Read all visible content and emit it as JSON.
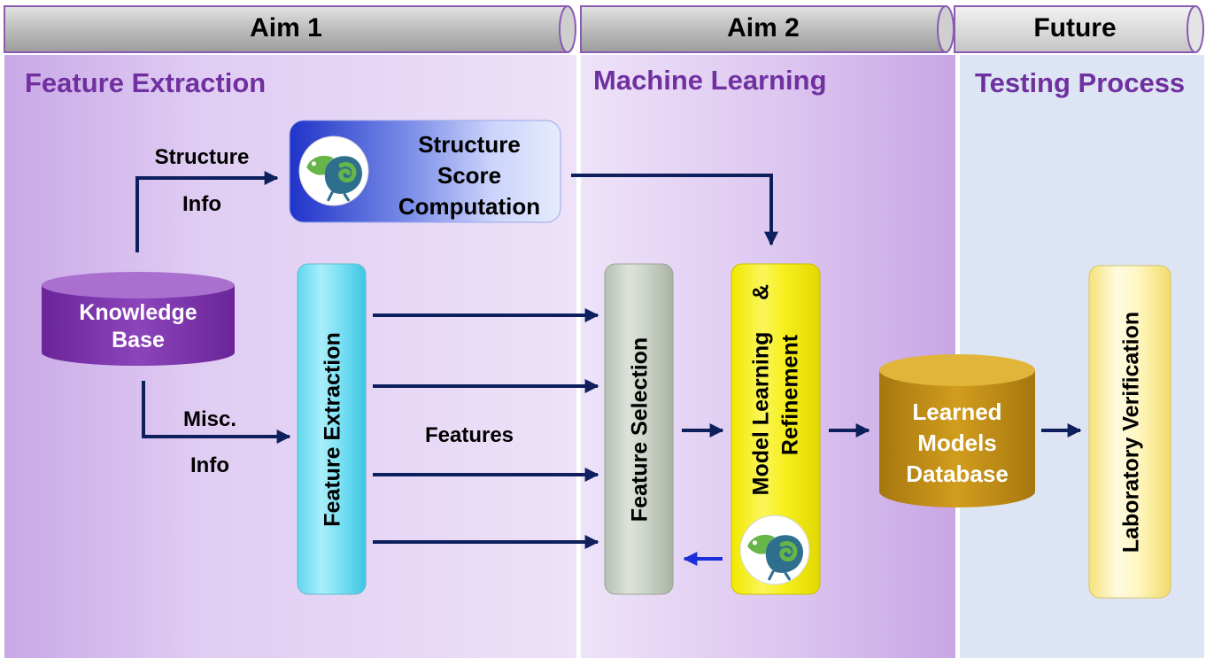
{
  "headers": {
    "aim1": "Aim 1",
    "aim2": "Aim 2",
    "future": "Future"
  },
  "sections": {
    "feature_extraction": "Feature Extraction",
    "machine_learning": "Machine Learning",
    "testing_process": "Testing Process"
  },
  "nodes": {
    "knowledge_base": [
      "Knowledge",
      "Base"
    ],
    "structure_score": [
      "Structure",
      "Score",
      "Computation"
    ],
    "feature_extraction": "Feature Extraction",
    "feature_selection": "Feature Selection",
    "model_learning": [
      "Model Learning",
      "&",
      "Refinement"
    ],
    "learned_models": [
      "Learned",
      "Models",
      "Database"
    ],
    "lab_verification": "Laboratory Verification"
  },
  "edge_labels": {
    "structure_info": [
      "Structure",
      "Info"
    ],
    "misc_info": [
      "Misc.",
      "Info"
    ],
    "features": "Features"
  },
  "colors": {
    "title_purple": "#7030a0",
    "arrow_navy": "#0d1f5c",
    "feedback_blue": "#1a2fd9",
    "database_purple": "#7a30a8",
    "database_gold": "#b8860b"
  },
  "icons": {
    "structure_score_icon": "chameleon-icon",
    "model_learning_icon": "chameleon-icon"
  }
}
